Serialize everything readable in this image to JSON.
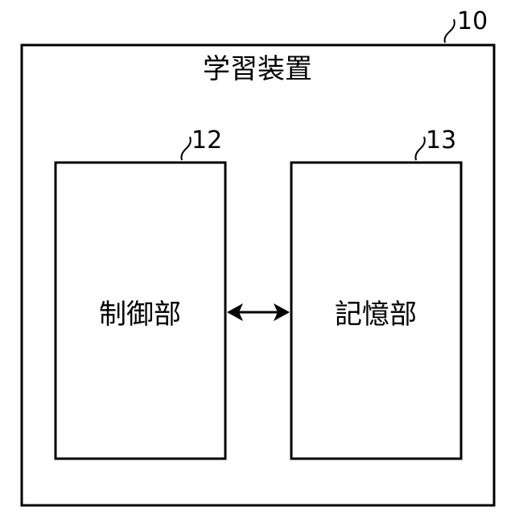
{
  "device": {
    "title": "学習装置",
    "ref": "10"
  },
  "blocks": {
    "control": {
      "label": "制御部",
      "ref": "12"
    },
    "storage": {
      "label": "記憶部",
      "ref": "13"
    }
  },
  "connection": {
    "direction": "bidirectional"
  },
  "colors": {
    "line": "#000000",
    "background": "#ffffff"
  }
}
